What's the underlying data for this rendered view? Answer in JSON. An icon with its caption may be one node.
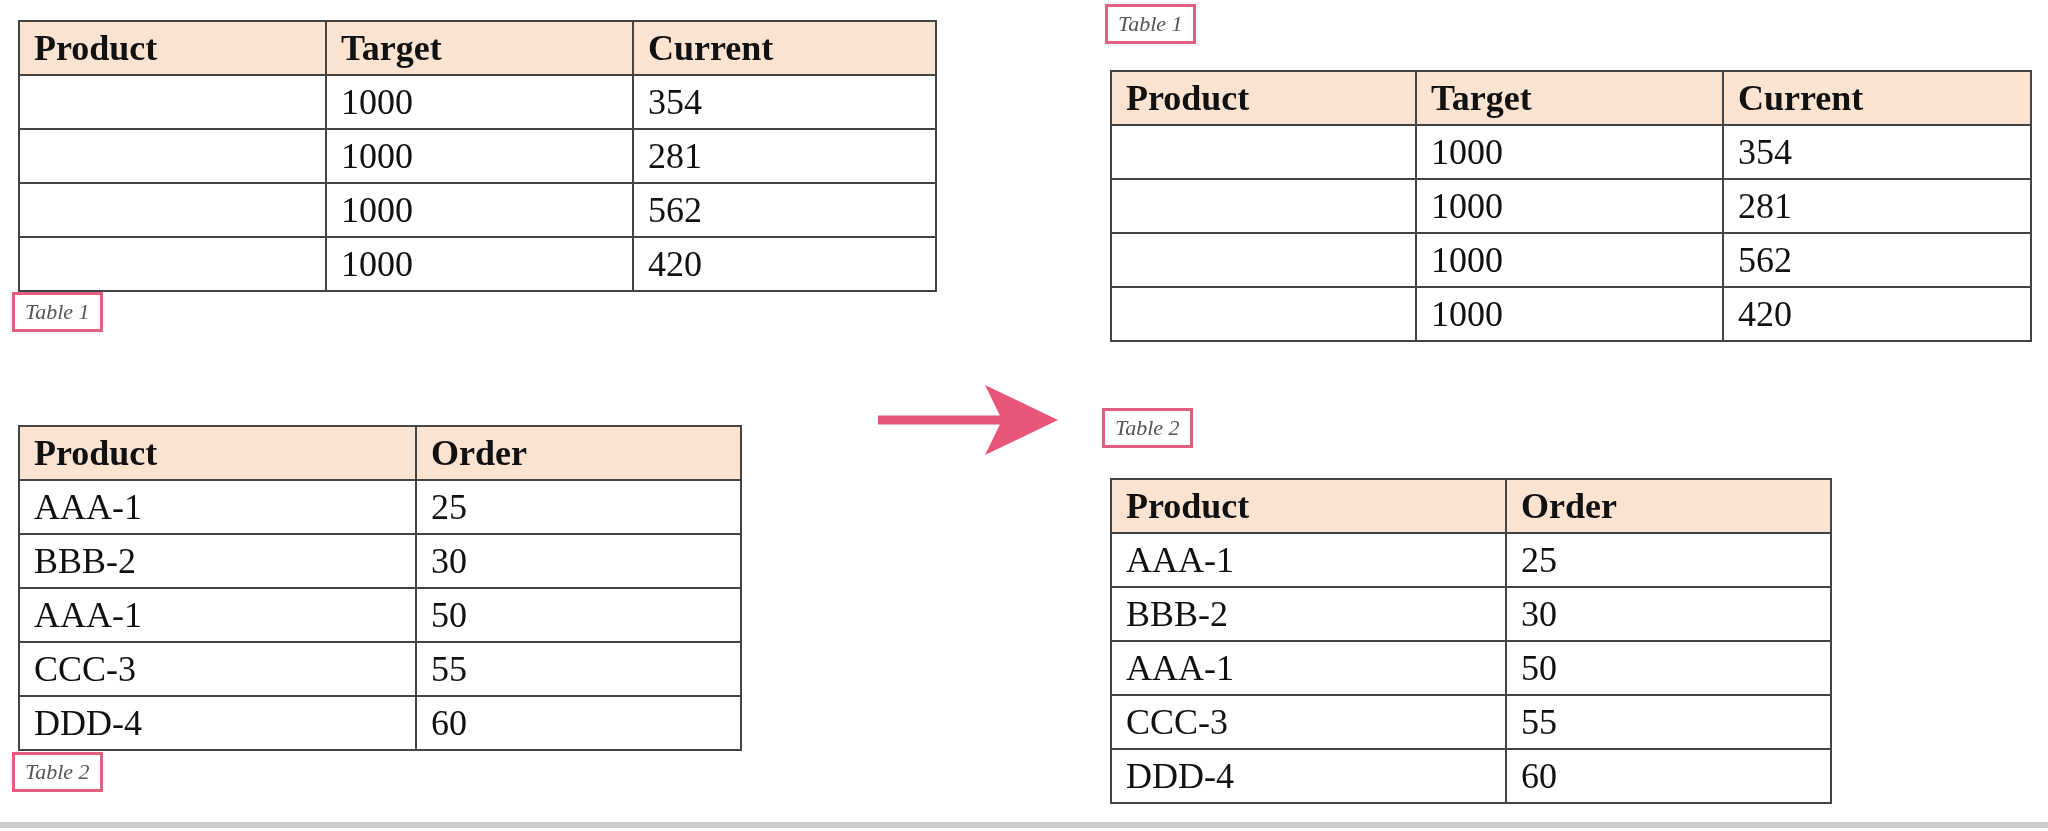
{
  "diagram": {
    "labels": [
      "Product",
      "Target",
      "Current",
      "1000",
      "354",
      "1000",
      "281",
      "1000",
      "562",
      "1000",
      "420",
      "Table 1",
      "Product",
      "Order",
      "AAA-1",
      "25",
      "BBB-2",
      "30",
      "AAA-1",
      "50",
      "CCC-3",
      "55",
      "DDD-4",
      "60",
      "Table 2",
      "Table 1",
      "Product",
      "Target",
      "Current",
      "1000",
      "354",
      "1000",
      "281",
      "1000",
      "562",
      "1000",
      "420",
      "Table 2",
      "Product",
      "Order",
      "AAA-1",
      "25",
      "BBB-2",
      "30",
      "AAA-1",
      "50",
      "CCC-3",
      "55",
      "DDD-4",
      "60"
    ]
  }
}
